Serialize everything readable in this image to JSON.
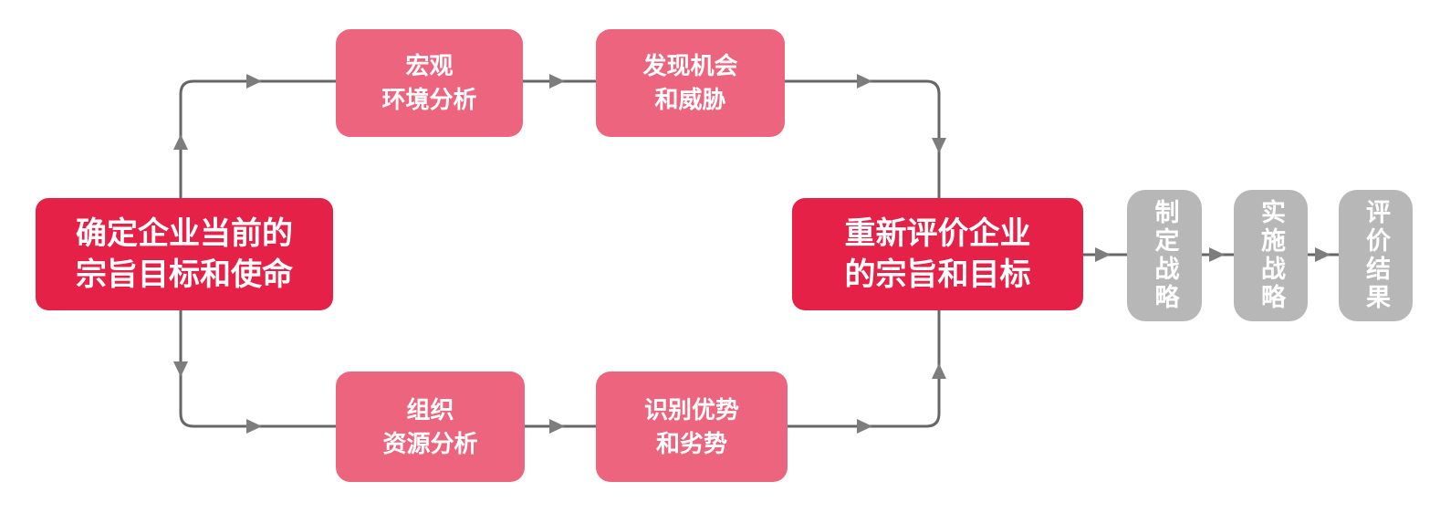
{
  "colors": {
    "background": "#ffffff",
    "red": "#e62148",
    "pink": "#ec647e",
    "gray": "#b7b7b7",
    "line": "#666666",
    "arrow": "#7d7d7d",
    "node_text": "#ffffff"
  },
  "nodes": {
    "current_mission": {
      "line1": "确定企业当前的",
      "line2": "宗旨目标和使命"
    },
    "macro_environment": {
      "line1": "宏观",
      "line2": "环境分析"
    },
    "opportunities_threats": {
      "line1": "发现机会",
      "line2": "和威胁"
    },
    "org_resources": {
      "line1": "组织",
      "line2": "资源分析"
    },
    "strengths_weaknesses": {
      "line1": "识别优势",
      "line2": "和劣势"
    },
    "reevaluate_goals": {
      "line1": "重新评价企业",
      "line2": "的宗旨和目标"
    },
    "formulate_strategy": {
      "label": "制定战略"
    },
    "implement_strategy": {
      "label": "实施战略"
    },
    "evaluate_results": {
      "label": "评价结果"
    }
  }
}
